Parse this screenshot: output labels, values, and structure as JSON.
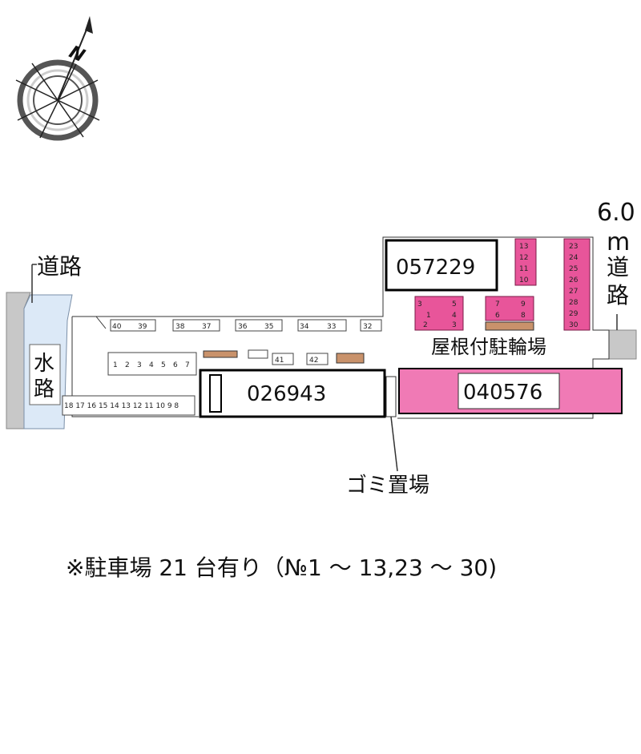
{
  "compass": {
    "north_label": "N"
  },
  "labels": {
    "road_left": "道路",
    "road_right_width": "6.0",
    "road_right_unit": "m",
    "road_right": "道路",
    "waterway": "水路",
    "bike_parking": "屋根付駐輪場",
    "garbage": "ゴミ置場",
    "note": "※駐車場 21 台有り（№1 ～ 13,23 ～ 30)"
  },
  "buildings": [
    {
      "id": "057229"
    },
    {
      "id": "026943"
    },
    {
      "id": "040576"
    }
  ],
  "parking": {
    "top_row": [
      "40",
      "39",
      "38",
      "37",
      "36",
      "35",
      "34",
      "33",
      "32"
    ],
    "left_block_row1": [
      "1",
      "2",
      "3",
      "4",
      "5",
      "6",
      "7"
    ],
    "left_block_row2": [
      "18",
      "17",
      "16",
      "15",
      "14",
      "13",
      "12",
      "11",
      "10",
      "9",
      "8"
    ],
    "mid_numbers": [
      "41",
      "42"
    ],
    "highlighted_left_col": [
      "3",
      "1",
      "2"
    ],
    "highlighted_right_col": [
      "5",
      "4",
      "3"
    ],
    "col_13_10": [
      "13",
      "12",
      "11",
      "10"
    ],
    "col_23_30": [
      "23",
      "24",
      "25",
      "26",
      "27",
      "28",
      "29",
      "30"
    ],
    "grid_9_6": [
      "7",
      "9",
      "6",
      "8"
    ]
  },
  "colors": {
    "highlight": "#e8559a",
    "water": "#dce9f7",
    "road": "#c8c8c8"
  }
}
